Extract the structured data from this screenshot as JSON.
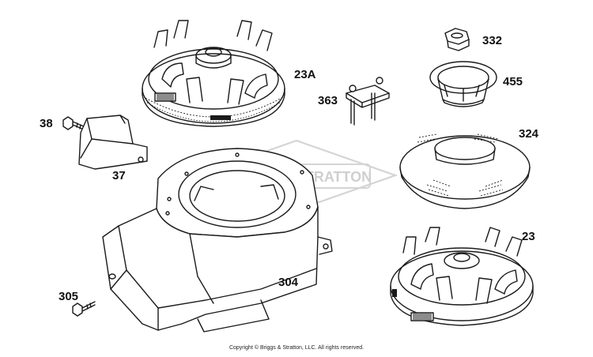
{
  "diagram": {
    "watermark_text": "BRIGGS & STRATTON",
    "copyright": "Copyright © Briggs & Stratton, LLC. All rights reserved.",
    "callouts": [
      {
        "id": "23A",
        "label": "23A"
      },
      {
        "id": "332",
        "label": "332"
      },
      {
        "id": "455",
        "label": "455"
      },
      {
        "id": "363",
        "label": "363"
      },
      {
        "id": "38",
        "label": "38"
      },
      {
        "id": "37",
        "label": "37"
      },
      {
        "id": "324",
        "label": "324"
      },
      {
        "id": "23",
        "label": "23"
      },
      {
        "id": "304",
        "label": "304"
      },
      {
        "id": "305",
        "label": "305"
      }
    ]
  }
}
